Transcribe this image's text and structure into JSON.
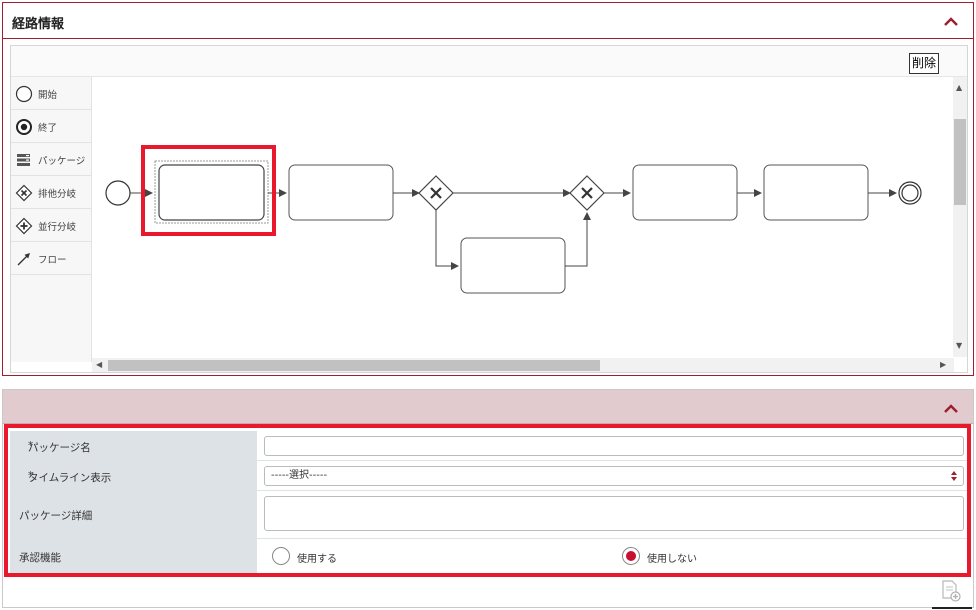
{
  "route_panel": {
    "title": "経路情報",
    "delete_label": "削除",
    "palette": [
      {
        "icon": "start-event-icon",
        "label": "開始"
      },
      {
        "icon": "end-event-icon",
        "label": "終了"
      },
      {
        "icon": "package-icon",
        "label": "パッケージ"
      },
      {
        "icon": "exclusive-gateway-icon",
        "label": "排他分岐"
      },
      {
        "icon": "parallel-gateway-icon",
        "label": "並行分岐"
      },
      {
        "icon": "flow-arrow-icon",
        "label": "フロー"
      }
    ]
  },
  "package_form": {
    "fields": [
      {
        "label": "パッケージ名",
        "required": "*",
        "value": ""
      },
      {
        "label": "タイムライン表示",
        "required": "*",
        "selected": "-----選択-----"
      },
      {
        "label": "パッケージ詳細",
        "value": ""
      },
      {
        "label": "承認機能",
        "options": [
          "使用する",
          "使用しない"
        ],
        "selected": "使用しない"
      }
    ]
  },
  "colors": {
    "accent": "#9b2030",
    "highlight": "#e8192c",
    "radio_selected": "#c8102e"
  }
}
